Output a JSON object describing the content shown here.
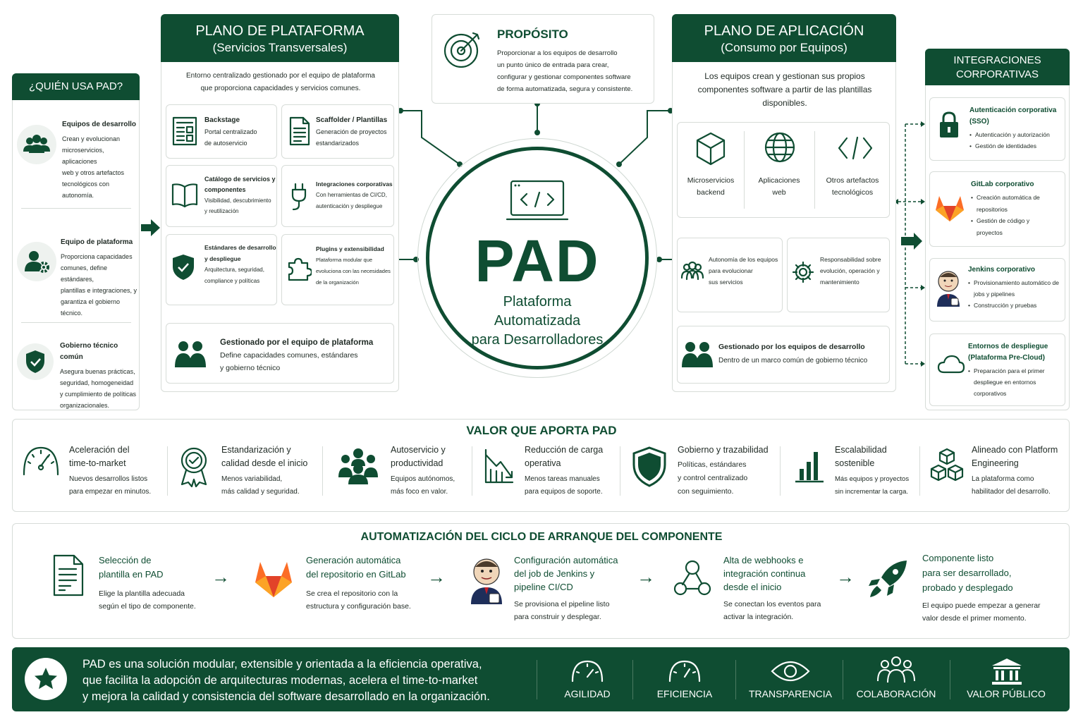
{
  "who": {
    "title": "¿QUIÉN USA PAD?",
    "items": [
      {
        "title": "Equipos de desarrollo",
        "lines": [
          "Crean y evolucionan",
          "microservicios, aplicaciones",
          "web y otros artefactos",
          "tecnológicos con autonomía."
        ]
      },
      {
        "title": "Equipo de plataforma",
        "lines": [
          "Proporciona capacidades",
          "comunes, define estándares,",
          "plantillas e integraciones, y",
          "garantiza el gobierno técnico."
        ]
      },
      {
        "title": "Gobierno técnico común",
        "lines": [
          "Asegura buenas prácticas,",
          "seguridad, homogeneidad",
          "y cumplimiento de políticas",
          "organizacionales."
        ]
      }
    ]
  },
  "platform": {
    "title": "PLANO DE PLATAFORMA",
    "subtitle": "(Servicios Transversales)",
    "intro": [
      "Entorno centralizado gestionado por el equipo de plataforma",
      "que proporciona capacidades y servicios comunes."
    ],
    "cards": [
      {
        "title": "Backstage",
        "lines": [
          "Portal centralizado",
          "de autoservicio"
        ]
      },
      {
        "title": "Scaffolder / Plantillas",
        "lines": [
          "Generación de proyectos",
          "estandarizados"
        ]
      },
      {
        "title": "Catálogo de servicios y componentes",
        "lines": [
          "Visibilidad, descubrimiento",
          "y reutilización"
        ]
      },
      {
        "title": "Integraciones corporativas",
        "lines": [
          "Con herramientas de CI/CD,",
          "autenticación y despliegue"
        ]
      },
      {
        "title": "Estándares de desarrollo y despliegue",
        "lines": [
          "Arquitectura, seguridad,",
          "compliance y políticas"
        ]
      },
      {
        "title": "Plugins y extensibilidad",
        "lines": [
          "Plataforma modular que",
          "evoluciona con las necesidades",
          "de la organización"
        ]
      }
    ],
    "managed_title": "Gestionado por el equipo de plataforma",
    "managed_lines": [
      "Define capacidades comunes, estándares",
      "y gobierno técnico"
    ]
  },
  "purpose": {
    "title": "PROPÓSITO",
    "lines": [
      "Proporcionar a los equipos de desarrollo",
      "un punto único de entrada para crear,",
      "configurar y gestionar componentes software",
      "de forma automatizada, segura y consistente."
    ]
  },
  "center": {
    "big": "PAD",
    "name_lines": [
      "Plataforma",
      "Automatizada",
      "para Desarrolladores"
    ]
  },
  "application": {
    "title": "PLANO DE APLICACIÓN",
    "subtitle": "(Consumo por Equipos)",
    "intro": [
      "Los equipos crean y gestionan sus propios",
      "componentes software a partir de las plantillas",
      "disponibles."
    ],
    "types": [
      {
        "lines": [
          "Microservicios",
          "backend"
        ]
      },
      {
        "lines": [
          "Aplicaciones",
          "web"
        ]
      },
      {
        "lines": [
          "Otros artefactos",
          "tecnológicos"
        ]
      }
    ],
    "cards": [
      {
        "lines": [
          "Autonomía de los equipos",
          "para evolucionar",
          "sus servicios"
        ]
      },
      {
        "lines": [
          "Responsabilidad sobre",
          "evolución, operación y",
          "mantenimiento"
        ]
      }
    ],
    "managed_title": "Gestionado por los equipos de desarrollo",
    "managed_line": "Dentro de un marco común de gobierno técnico"
  },
  "integrations": {
    "title_lines": [
      "INTEGRACIONES",
      "CORPORATIVAS"
    ],
    "items": [
      {
        "title_lines": [
          "Autenticación corporativa",
          "(SSO)"
        ],
        "bullets": [
          "Autenticación y autorización",
          "Gestión de identidades"
        ]
      },
      {
        "title_lines": [
          "GitLab corporativo"
        ],
        "bullets": [
          "Creación automática de repositorios",
          "Gestión de código y proyectos"
        ]
      },
      {
        "title_lines": [
          "Jenkins corporativo"
        ],
        "bullets": [
          "Provisionamiento automático de jobs y pipelines",
          "Construcción y pruebas"
        ]
      },
      {
        "title_lines": [
          "Entornos de despliegue",
          "(Plataforma Pre-Cloud)"
        ],
        "bullets": [
          "Preparación para el primer despliegue en entornos corporativos"
        ]
      }
    ]
  },
  "value": {
    "title": "VALOR QUE APORTA PAD",
    "items": [
      {
        "title_lines": [
          "Aceleración del",
          "time-to-market"
        ],
        "lines": [
          "Nuevos desarrollos listos",
          "para empezar en minutos."
        ]
      },
      {
        "title_lines": [
          "Estandarización y",
          "calidad desde el inicio"
        ],
        "lines": [
          "Menos variabilidad,",
          "más calidad y seguridad."
        ]
      },
      {
        "title_lines": [
          "Autoservicio y",
          "productividad"
        ],
        "lines": [
          "Equipos autónomos,",
          "más foco en valor."
        ]
      },
      {
        "title_lines": [
          "Reducción de carga",
          "operativa"
        ],
        "lines": [
          "Menos tareas manuales",
          "para equipos de soporte."
        ]
      },
      {
        "title_lines": [
          "Gobierno y trazabilidad"
        ],
        "lines": [
          "Políticas, estándares",
          "y control centralizado",
          "con seguimiento."
        ]
      },
      {
        "title_lines": [
          "Escalabilidad",
          "sostenible"
        ],
        "lines": [
          "Más equipos y proyectos",
          "sin incrementar la carga."
        ]
      },
      {
        "title_lines": [
          "Alineado con Platform",
          "Engineering"
        ],
        "lines": [
          "La plataforma como",
          "habilitador del desarrollo."
        ]
      }
    ]
  },
  "cycle": {
    "title": "AUTOMATIZACIÓN DEL CICLO DE ARRANQUE DEL COMPONENTE",
    "steps": [
      {
        "title_lines": [
          "Selección de",
          "plantilla en PAD"
        ],
        "lines": [
          "Elige la plantilla adecuada",
          "según el tipo de componente."
        ]
      },
      {
        "title_lines": [
          "Generación automática",
          "del repositorio en GitLab"
        ],
        "lines": [
          "Se crea el repositorio con la",
          "estructura y configuración base."
        ]
      },
      {
        "title_lines": [
          "Configuración automática",
          "del job de Jenkins y",
          "pipeline CI/CD"
        ],
        "lines": [
          "Se provisiona el pipeline listo",
          "para construir y desplegar."
        ]
      },
      {
        "title_lines": [
          "Alta de webhooks e",
          "integración continua",
          "desde el inicio"
        ],
        "lines": [
          "Se conectan los eventos para",
          "activar la integración."
        ]
      },
      {
        "title_lines": [
          "Componente listo",
          "para ser desarrollado,",
          "probado y desplegado"
        ],
        "lines": [
          "El equipo puede empezar a generar",
          "valor desde el primer momento."
        ]
      }
    ]
  },
  "footer": {
    "lines": [
      "PAD es una solución modular, extensible y orientada a la eficiencia operativa,",
      "que facilita la adopción de arquitecturas modernas, acelera el time-to-market",
      "y mejora la calidad y consistencia del software desarrollado en la organización."
    ],
    "pillars": [
      "AGILIDAD",
      "EFICIENCIA",
      "TRANSPARENCIA",
      "COLABORACIÓN",
      "VALOR PÚBLICO"
    ]
  },
  "colors": {
    "primary": "#0f4d32",
    "gitlab": "#e24329",
    "border": "#d7dcd8"
  }
}
